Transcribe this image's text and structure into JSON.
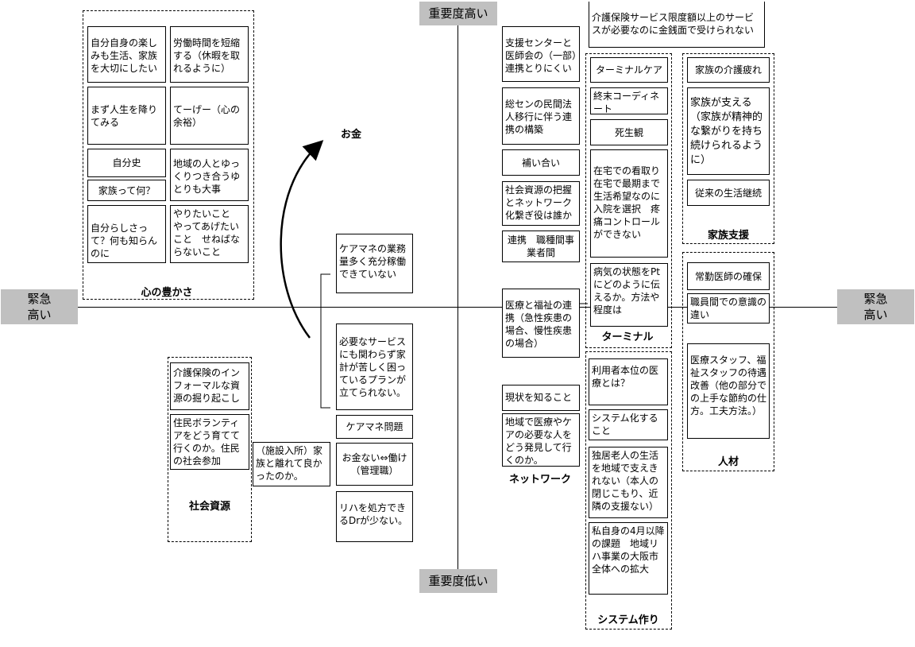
{
  "axes": {
    "top": "重要度高い",
    "bottom": "重要度低い",
    "left": "緊急\n高い",
    "right": "緊急\n高い"
  },
  "labels": {
    "okane": "お金",
    "kokoro": "心の豊かさ",
    "shakai": "社会資源",
    "network": "ネットワーク",
    "terminal": "ターミナル",
    "system": "システム作り",
    "kazoku": "家族支援",
    "jinzai": "人材"
  },
  "boxes": {
    "k1": "自分自身の楽しみも生活、家族を大切にしたい",
    "k2": "労働時間を短縮する（休暇を取れるように）",
    "k3": "まず人生を降りてみる",
    "k4": "てーげー（心の余裕）",
    "k5": "自分史",
    "k6": "家族って何？",
    "k7": "地域の人とゆっくりつき合うゆとりも大事",
    "k8": "自分らしさって？何も知らんのに",
    "k9": "やりたいこと\nやってあげたいこと　せねばならないこと",
    "s1": "介護保険のインフォーマルな資源の掘り起こし",
    "s2": "住民ボランティアをどう育てて行くのか。住民の社会参加",
    "s3": "（施設入所）家族と離れて良かったのか。",
    "m1": "ケアマネの業務量多く充分稼働できていない",
    "m2": "必要なサービスにも関わらず家計が苦しく困っているプランが立てられない。",
    "m3": "ケアマネ問題",
    "m4": "お金ない⇔働け（管理職）",
    "m5": "リハを処方できるDrが少ない。",
    "n1": "支援センターと医師会の（一部）連携とりにくい",
    "n2": "総センの民間法人移行に伴う連携の構築",
    "n3": "補い合い",
    "n4": "社会資源の把握とネットワーク化繋ぎ役は誰か",
    "n5": "連携　職種間事業者間",
    "n6": "医療と福祉の連携（急性疾患の場合、慢性疾患の場合）",
    "n7": "現状を知ること",
    "n8": "地域で医療やケアの必要な人をどう発見して行くのか。",
    "top1": "介護保険サービス限度額以上のサービスが必要なのに金銭面で受けられない",
    "t1": "ターミナルケア",
    "t2": "終末コーディネート",
    "t3": "死生観",
    "t4": "在宅での看取り在宅で最期まで生活希望なのに入院を選択　疼痛コントロールができない",
    "t5": "病気の状態をPtにどのように伝えるか。方法や程度は",
    "y1": "利用者本位の医療とは？",
    "y2": "システム化すること",
    "y3": "独居老人の生活を地域で支えきれない（本人の閉じこもり、近隣の支援ない）",
    "y4": "私自身の4月以降の課題　地域リハ事業の大阪市全体への拡大",
    "f1": "家族の介護疲れ",
    "f2": "家族が支える（家族が精神的な繋がりを持ち続けられるように）",
    "f3": "従来の生活継続",
    "j1": "常勤医師の確保",
    "j2": "職員間での意識の違い",
    "j3": "医療スタッフ、福祉スタッフの待遇改善（他の部分での上手な節約の仕方。工夫方法。）"
  }
}
